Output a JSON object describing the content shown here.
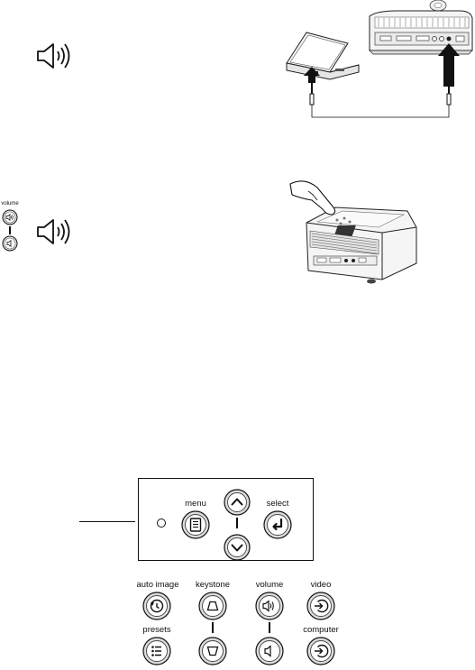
{
  "volume_panel": {
    "label": "volume"
  },
  "keypad": {
    "menu_label": "menu",
    "select_label": "select"
  },
  "lower_buttons": {
    "auto_image": "auto image",
    "keystone": "keystone",
    "volume": "volume",
    "video": "video",
    "presets": "presets",
    "computer": "computer"
  },
  "icons": [
    "speaker-icon",
    "volume-up-icon",
    "volume-down-icon",
    "menu-icon",
    "up-arrow-icon",
    "down-arrow-icon",
    "enter-icon",
    "auto-image-icon",
    "keystone-up-icon",
    "keystone-down-icon",
    "source-icon",
    "presets-icon"
  ]
}
